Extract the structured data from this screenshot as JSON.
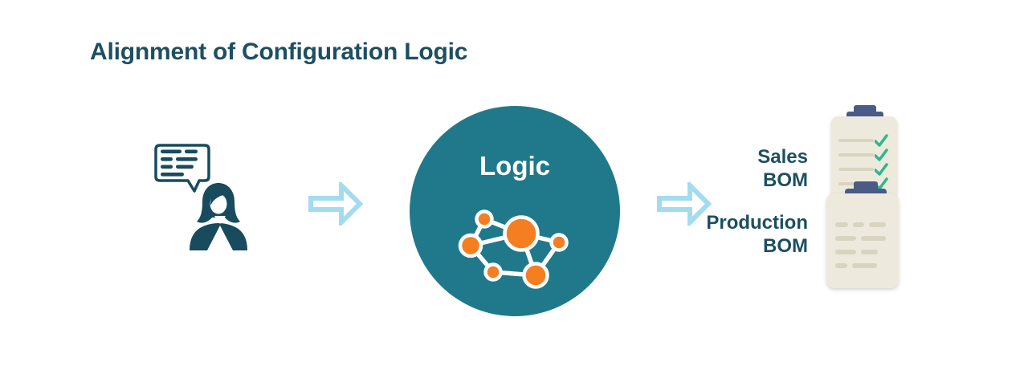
{
  "title": "Alignment of Configuration Logic",
  "input_figure": {
    "icon": "person-with-speech-bubble-icon",
    "speech_bubble_lines": 4
  },
  "logic_circle": {
    "label": "Logic",
    "icon": "network-graph-icon",
    "node_count": 6
  },
  "arrows": [
    {
      "icon": "right-arrow-icon"
    },
    {
      "icon": "right-arrow-icon"
    }
  ],
  "outputs": [
    {
      "lines": [
        "Sales",
        "BOM"
      ],
      "icon": "checklist-clipboard-icon",
      "checkmark_count": 4,
      "row_count": 4
    },
    {
      "lines": [
        "Production",
        "BOM"
      ],
      "icon": "document-clipboard-icon",
      "row_count": 4
    }
  ],
  "colors": {
    "title_text": "#1d4f60",
    "icon_teal": "#174b5d",
    "circle_teal": "#20798b",
    "arrow_blue": "#a3dcee",
    "node_orange": "#f57e20",
    "clipboard_body": "#edeadd",
    "clipboard_line": "#d8d4c0",
    "clip_blue": "#4a5b85",
    "check_green": "#2db88b"
  }
}
